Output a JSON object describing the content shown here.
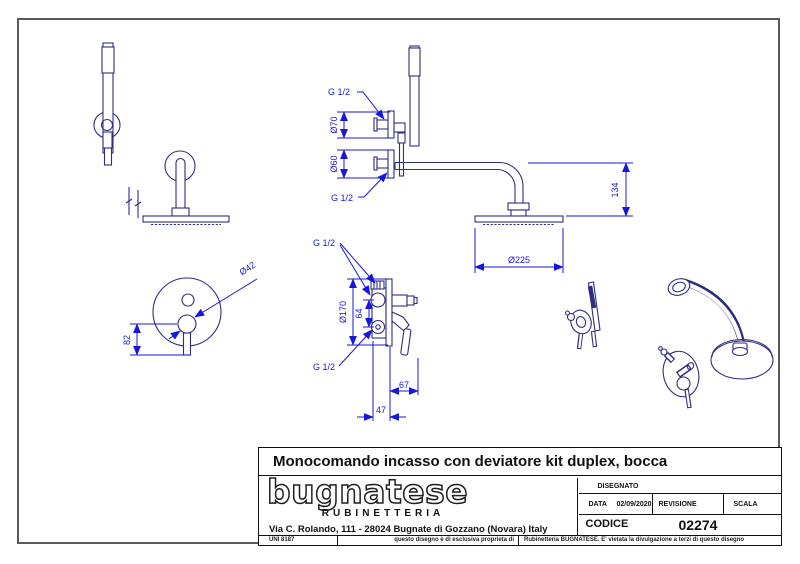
{
  "colors": {
    "part_line": "#2e2e80",
    "dim_line": "#1717d9",
    "frame": "#58595b",
    "text": "#111111"
  },
  "dims": {
    "g12": "G 1/2",
    "d70": "Ø70",
    "d60": "Ø60",
    "n134": "134",
    "d225": "Ø225",
    "d170": "Ø170",
    "n64": "64",
    "n67": "67",
    "n47": "47",
    "d42": "Ø42",
    "n82": "82"
  },
  "title_block": {
    "title": "Monocomando incasso con deviatore kit duplex, bocca",
    "brand": "bugnatese",
    "brand_subtitle": "RUBINETTERIA",
    "address": "Via C. Rolando, 111 - 28024 Bugnate di Gozzano (Novara) Italy",
    "disegnato_label": "DISEGNATO",
    "data_label": "DATA",
    "data_value": "02/09/2020",
    "revisione_label": "REVISIONE",
    "scala_label": "SCALA",
    "codice_label": "CODICE",
    "codice_value": "02274",
    "standard": "UNI 8187",
    "note_left": "questo disegno è di esclusiva proprieta di",
    "note_right": "Rubinetteria BUGNATESE. E' vietata la divulgazione a terzi di questo disegno"
  }
}
